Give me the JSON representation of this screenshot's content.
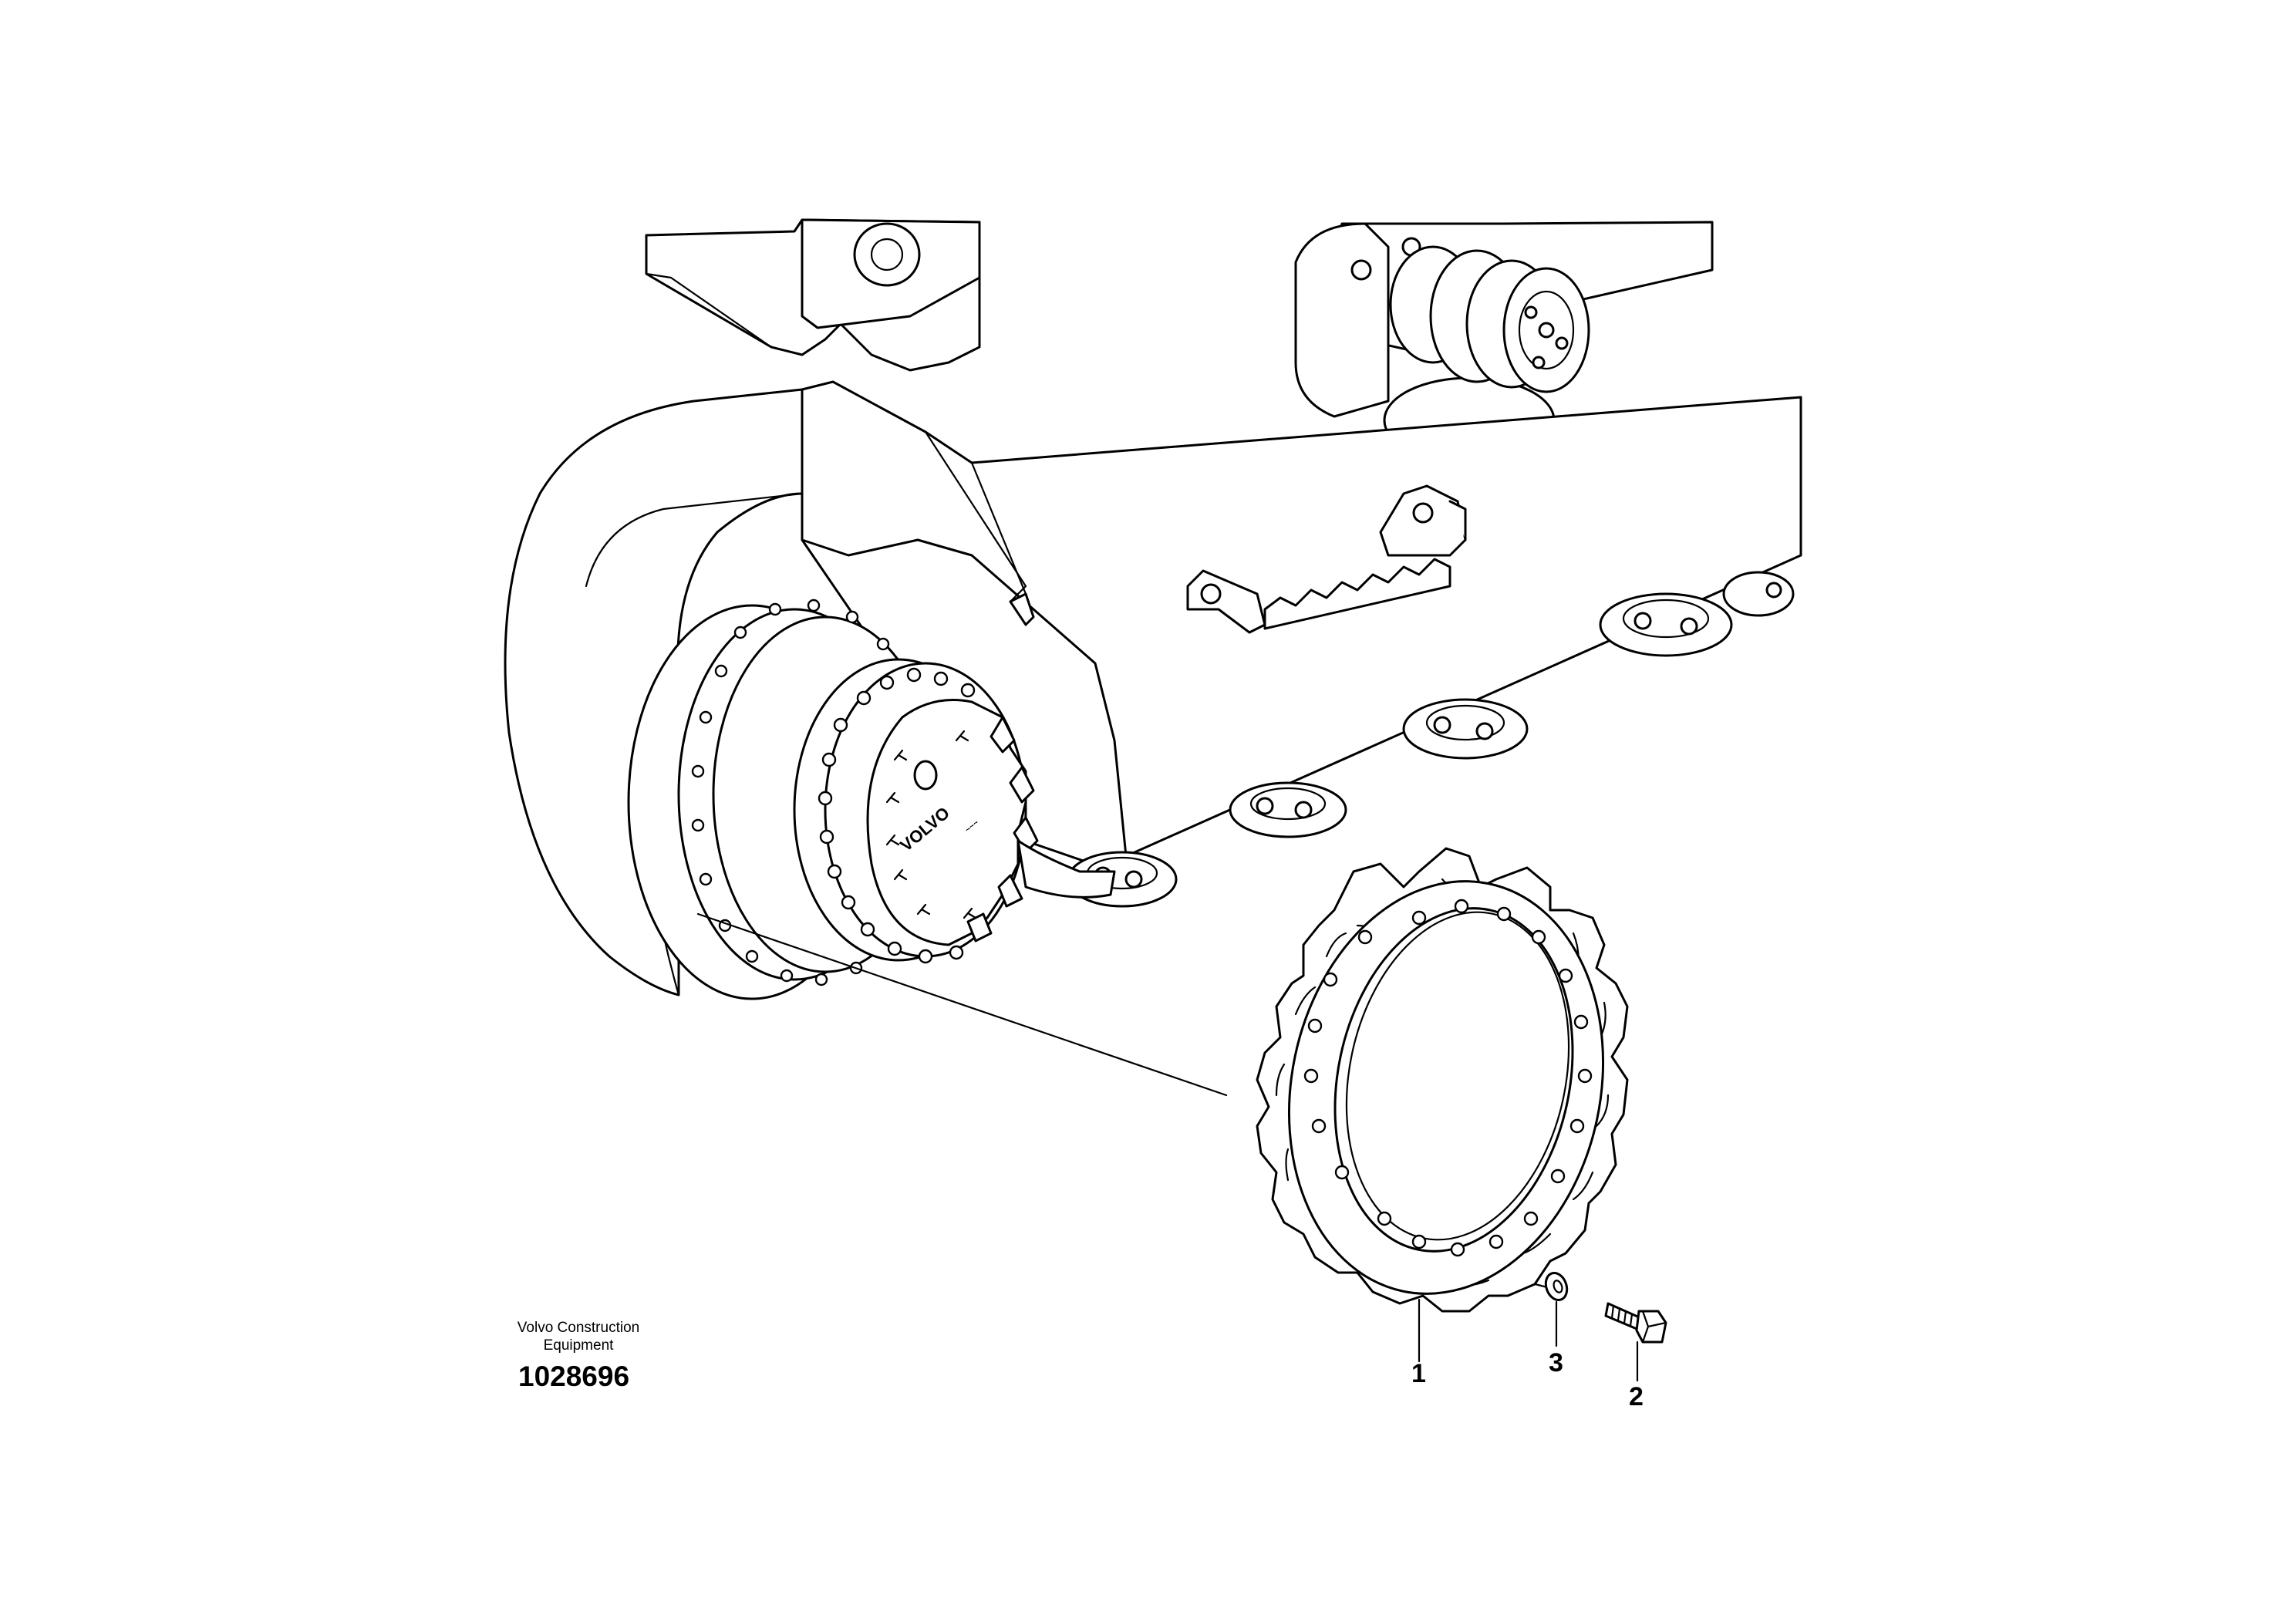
{
  "caption": {
    "company_line1": "Volvo Construction",
    "company_line2": "Equipment",
    "drawing_number": "1028696"
  },
  "motor_logo": "VOLVO",
  "callouts": [
    {
      "label": "1",
      "part": "sprocket"
    },
    {
      "label": "3",
      "part": "washer"
    },
    {
      "label": "2",
      "part": "bolt"
    }
  ],
  "colors": {
    "line": "#000000",
    "background": "#ffffff"
  }
}
